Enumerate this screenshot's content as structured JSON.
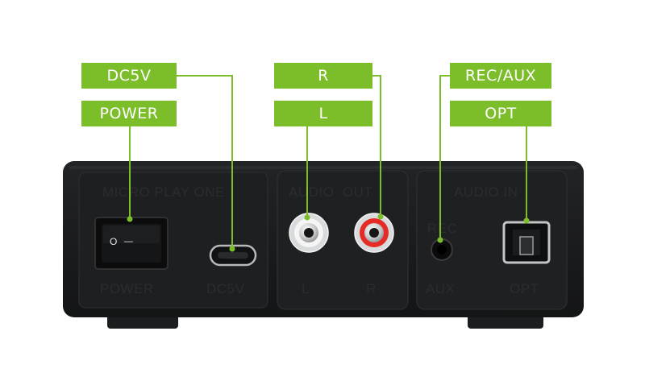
{
  "accent_color": "#7cbd2a",
  "callouts": {
    "dc5v": "DC5V",
    "power": "POWER",
    "r": "R",
    "l": "L",
    "rec_aux": "REC/AUX",
    "opt": "OPT"
  },
  "panel_markings": {
    "device_name": "MICRO PLAY ONE",
    "audio_out": "AUDIO  OUT",
    "audio_in": "AUDIO IN",
    "power": "POWER",
    "dc5v": "DC5V",
    "left": "L",
    "right": "R",
    "rec": "REC",
    "aux": "AUX",
    "opt": "OPT"
  },
  "switch_symbols": {
    "off": "O",
    "on": "—"
  }
}
